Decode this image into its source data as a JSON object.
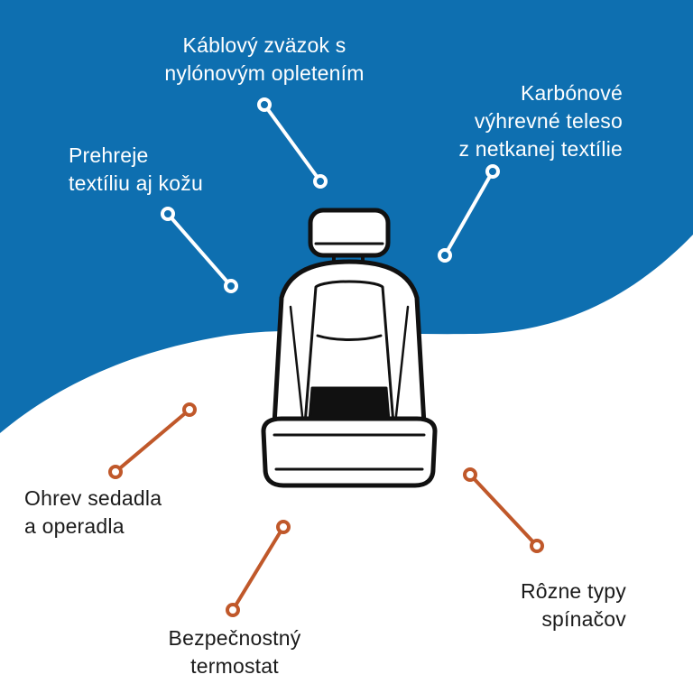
{
  "colors": {
    "blue": "#0e6fb0",
    "white": "#ffffff",
    "white_pointer": "#ffffff",
    "orange_pointer": "#c0582a",
    "seat_outline": "#111111"
  },
  "callouts": {
    "cable": {
      "line1": "Káblový zväzok s",
      "line2": "nylónovým opletením"
    },
    "carbon": {
      "line1": "Karbónové",
      "line2": "výhrevné teleso",
      "line3": "z netkanej textílie"
    },
    "heats": {
      "line1": "Prehreje",
      "line2": "textíliu aj kožu"
    },
    "heating": {
      "line1": "Ohrev sedadla",
      "line2": "a operadla"
    },
    "switches": {
      "line1": "Rôzne typy",
      "line2": "spínačov"
    },
    "thermostat": {
      "line1": "Bezpečnostný",
      "line2": "termostat"
    }
  },
  "icons": [
    "car-seat-icon"
  ]
}
